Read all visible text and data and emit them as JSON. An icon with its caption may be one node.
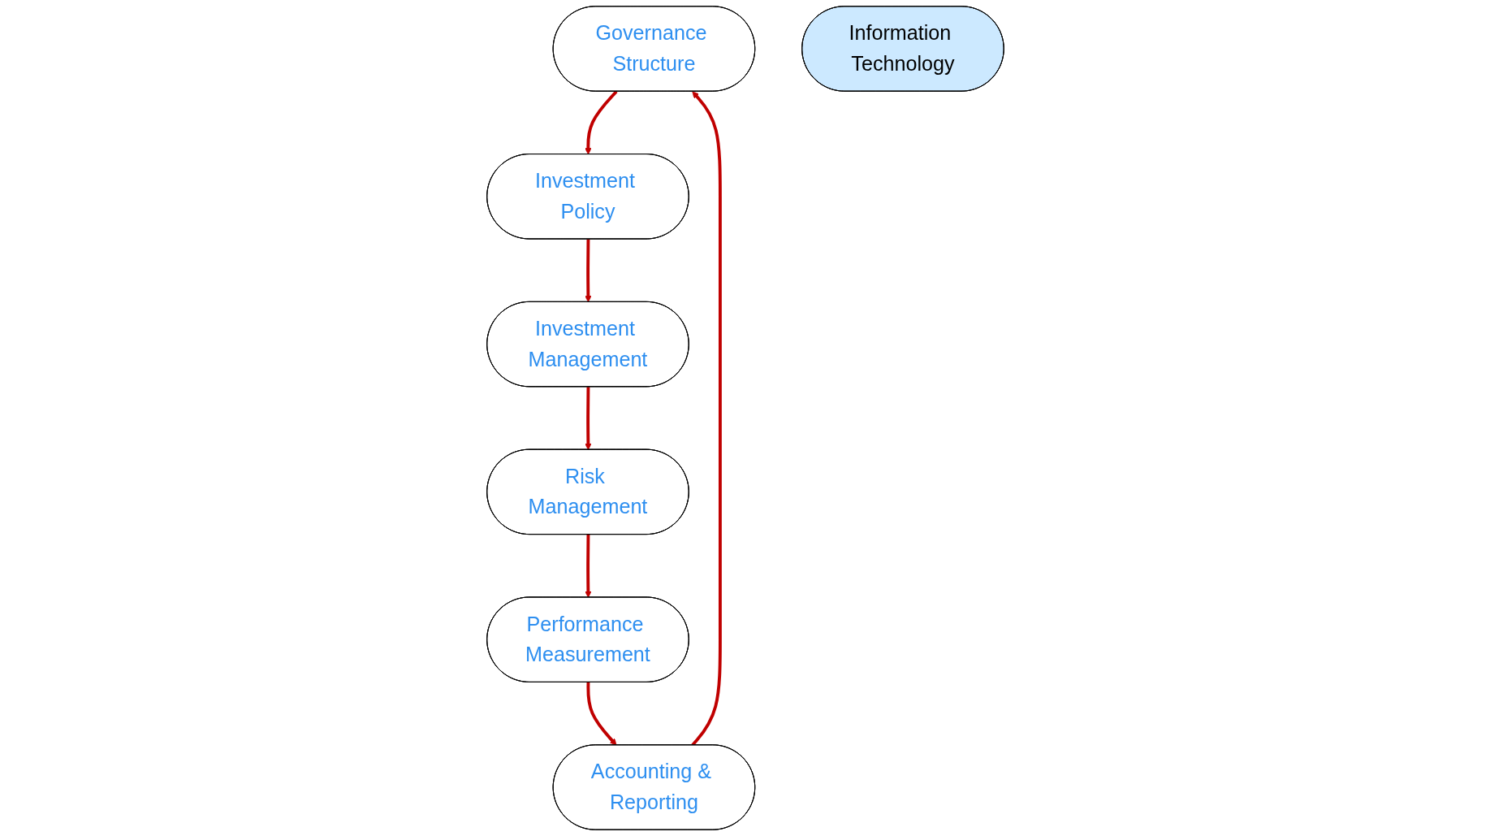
{
  "diagram": {
    "nodes": [
      {
        "text": [
          "Governance Structure"
        ]
      },
      {
        "text": [
          "Investment Policy"
        ]
      },
      {
        "text": [
          "Investment Management"
        ]
      },
      {
        "text": [
          "Risk Management"
        ]
      },
      {
        "text": [
          "Performance Measurement"
        ]
      },
      {
        "text": [
          "Accounting & Reporting"
        ]
      },
      {
        "text": [
          "Information Technology"
        ]
      }
    ],
    "edges": [
      {
        "from": 0,
        "to": 1,
        "arrow": "to"
      },
      {
        "from": 1,
        "to": 2,
        "arrow": "to"
      },
      {
        "from": 2,
        "to": 3,
        "arrow": "to"
      },
      {
        "from": 3,
        "to": 4,
        "arrow": "to"
      },
      {
        "from": 4,
        "to": 5,
        "arrow": "to"
      },
      {
        "from": 5,
        "to": 0,
        "arrow": "to"
      }
    ]
  }
}
